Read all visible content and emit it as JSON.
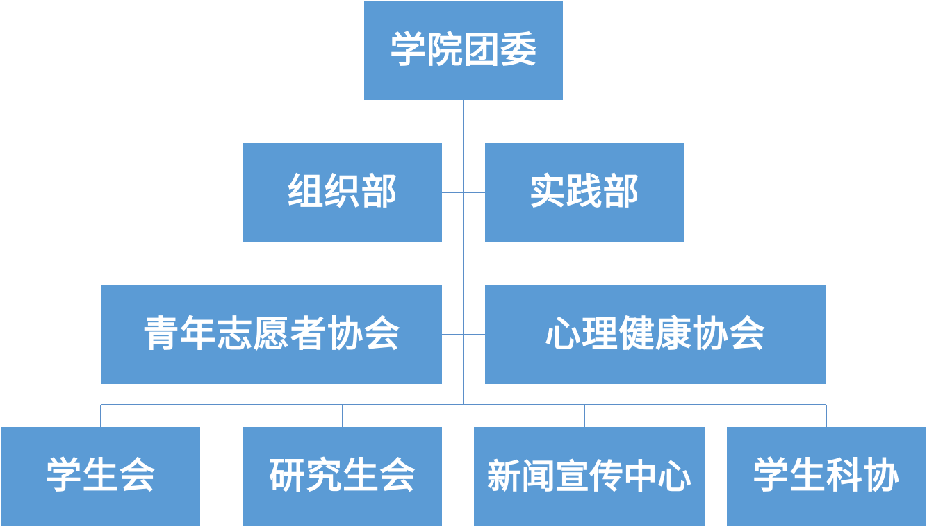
{
  "colors": {
    "node_fill": "#5b9bd5",
    "node_text": "#ffffff",
    "connector": "#5b8fc9"
  },
  "diagram": {
    "root": {
      "label": "学院团委"
    },
    "level1": [
      {
        "label": "组织部"
      },
      {
        "label": "实践部"
      }
    ],
    "level2": [
      {
        "label": "青年志愿者协会"
      },
      {
        "label": "心理健康协会"
      }
    ],
    "level3": [
      {
        "label": "学生会"
      },
      {
        "label": "研究生会"
      },
      {
        "label": "新闻宣传中心"
      },
      {
        "label": "学生科协"
      }
    ]
  }
}
